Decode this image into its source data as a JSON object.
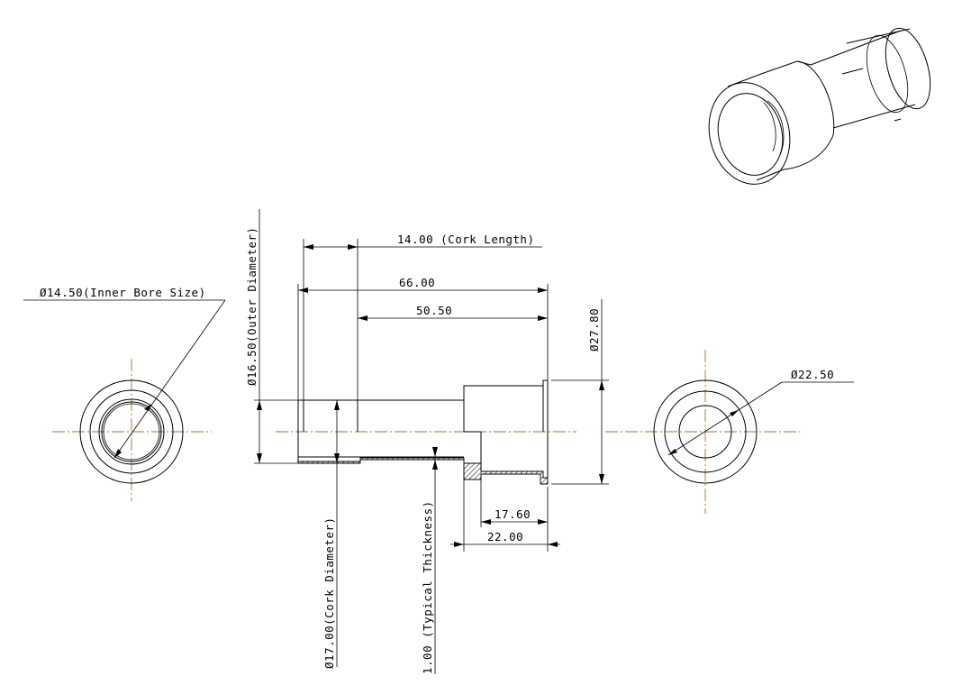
{
  "dimensions": {
    "inner_bore": "Ø14.50(Inner Bore Size)",
    "outer_diameter": "Ø16.50(Outer Diameter)",
    "cork_length": "14.00 (Cork Length)",
    "overall_length": "66.00",
    "body_length": "50.50",
    "flange_diameter": "Ø27.80",
    "end_diameter": "Ø22.50",
    "step_17_60": "17.60",
    "step_22_00": "22.00",
    "cork_diameter": "Ø17.00(Cork Diameter)",
    "typical_thickness": "1.00 (Typical Thickness)"
  }
}
